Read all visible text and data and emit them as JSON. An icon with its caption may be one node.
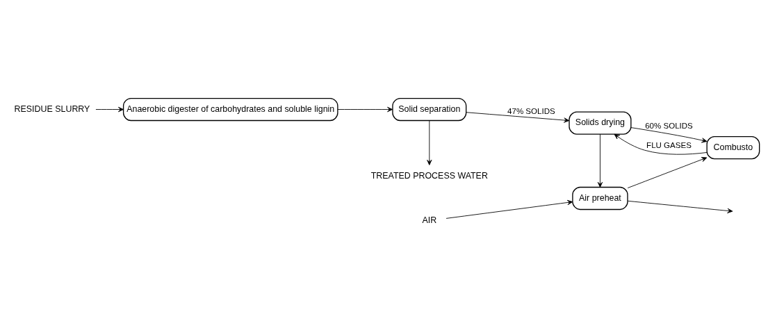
{
  "diagram": {
    "nodes": [
      {
        "text": [
          "RESIDUE SLURRY"
        ]
      },
      {
        "text": [
          "Anaerobic digester of carbohydrates and soluble lignin"
        ]
      },
      {
        "text": [
          "Solid separation"
        ]
      },
      {
        "text": [
          "TREATED PROCESS WATER"
        ]
      },
      {
        "text": [
          "AIR"
        ]
      },
      {
        "text": [
          "Air preheat"
        ]
      },
      {
        "text": [
          "Solids drying"
        ]
      },
      {
        "text": [
          "Combusto"
        ]
      }
    ],
    "edges": [
      {
        "from": 0,
        "to": 1,
        "arrow": "to"
      },
      {
        "from": 1,
        "to": 2,
        "arrow": "to"
      },
      {
        "from": 2,
        "to": 6,
        "label": "47% SOLIDS",
        "arrow": "to"
      },
      {
        "from": 2,
        "to": 3,
        "arrow": "to"
      },
      {
        "from": 4,
        "to": 5,
        "arrow": "to"
      },
      {
        "from": 5,
        "to": null,
        "arrow": "to"
      },
      {
        "from": 6,
        "to": 5,
        "arrow": "to"
      },
      {
        "from": 5,
        "to": 7,
        "arrow": "to"
      },
      {
        "from": 6,
        "to": 7,
        "label": "60% SOLIDS",
        "arrow": "to"
      },
      {
        "from": 7,
        "to": 6,
        "label": "FLU GASES",
        "arrow": "to"
      }
    ]
  }
}
